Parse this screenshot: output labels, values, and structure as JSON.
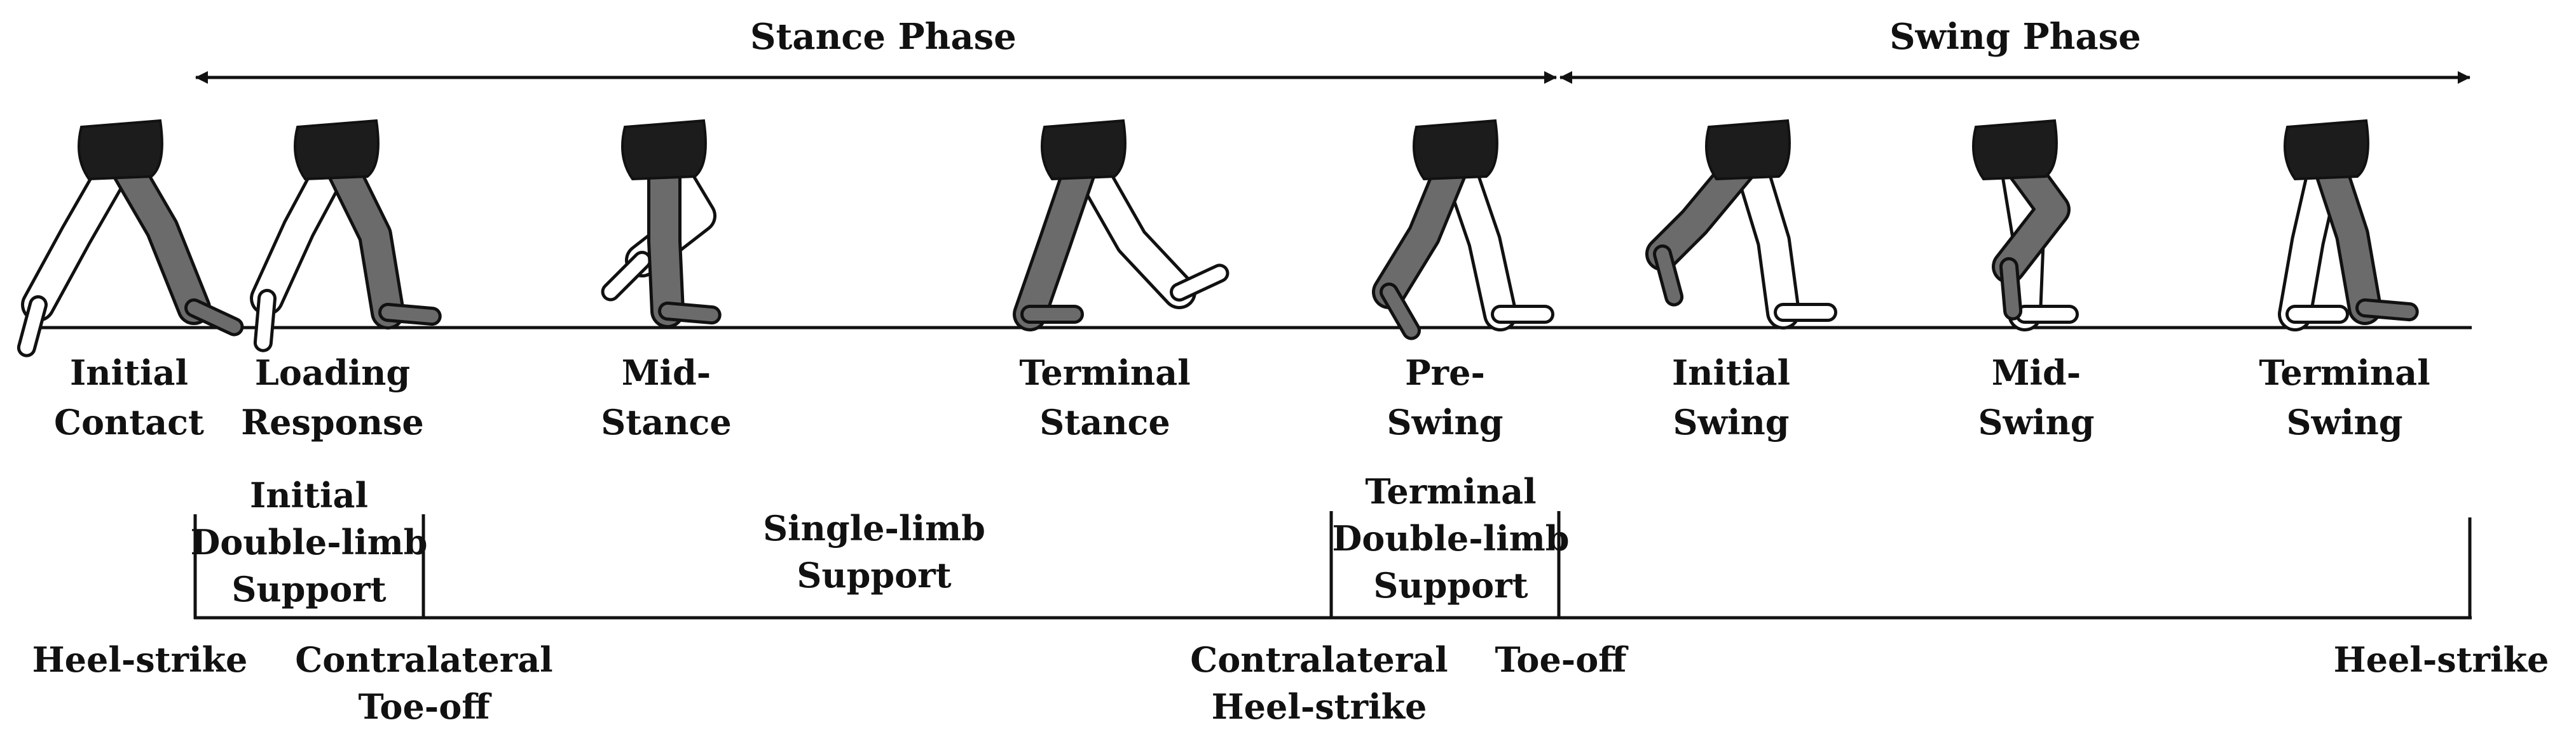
{
  "phases": {
    "stance": "Stance Phase",
    "swing": "Swing Phase"
  },
  "subphases": [
    {
      "line1": "Initial",
      "line2": "Contact"
    },
    {
      "line1": "Loading",
      "line2": "Response"
    },
    {
      "line1": "Mid-",
      "line2": "Stance"
    },
    {
      "line1": "Terminal",
      "line2": "Stance"
    },
    {
      "line1": "Pre-",
      "line2": "Swing"
    },
    {
      "line1": "Initial",
      "line2": "Swing"
    },
    {
      "line1": "Mid-",
      "line2": "Swing"
    },
    {
      "line1": "Terminal",
      "line2": "Swing"
    }
  ],
  "support": {
    "initial_double": [
      "Initial",
      "Double-limb",
      "Support"
    ],
    "single": [
      "Single-limb",
      "Support"
    ],
    "terminal_double": [
      "Terminal",
      "Double-limb",
      "Support"
    ]
  },
  "events": [
    {
      "line1": "Heel-strike",
      "line2": ""
    },
    {
      "line1": "Contralateral",
      "line2": "Toe-off"
    },
    {
      "line1": "Contralateral",
      "line2": "Heel-strike"
    },
    {
      "line1": "Toe-off",
      "line2": ""
    },
    {
      "line1": "Heel-strike",
      "line2": ""
    }
  ],
  "colors": {
    "reference_leg": "#6b6b6b",
    "other_leg": "#ffffff",
    "shorts": "#1c1c1c",
    "stroke": "#111111"
  }
}
